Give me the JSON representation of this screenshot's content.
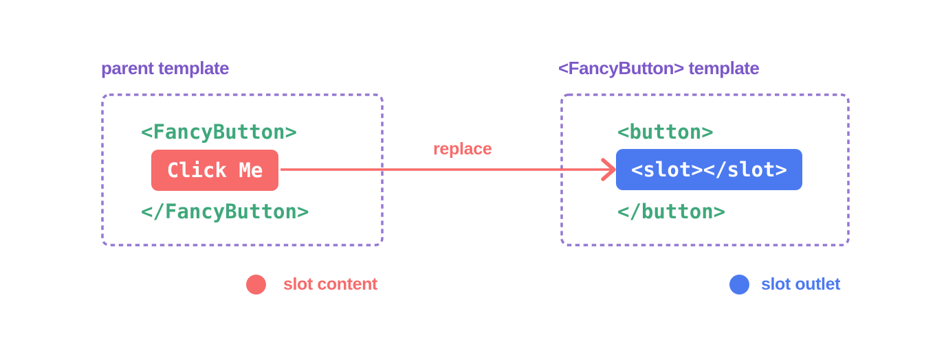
{
  "colors": {
    "purple_title": "#7c58c8",
    "purple_border": "#9478d2",
    "green_code": "#3fa87b",
    "red_accent": "#f76b6b",
    "blue_accent": "#4b7af0",
    "text_on_fill": "#ffffff",
    "background": "#ffffff"
  },
  "diagram": {
    "parent": {
      "title": "parent template",
      "open_tag": "<FancyButton>",
      "button_label": "Click Me",
      "close_tag": "</FancyButton>"
    },
    "arrow": {
      "label": "replace"
    },
    "component": {
      "title": "<FancyButton> template",
      "open_tag": "<button>",
      "slot_code": "<slot></slot>",
      "close_tag": "</button>"
    }
  },
  "legend": {
    "slot_content": "slot content",
    "slot_outlet": "slot outlet"
  }
}
